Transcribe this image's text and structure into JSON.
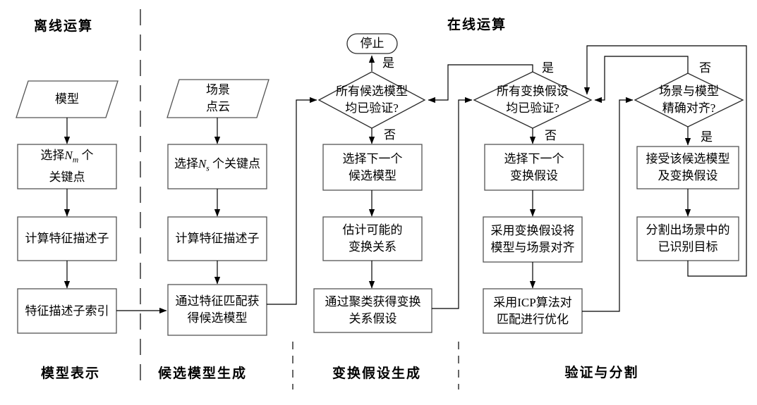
{
  "headers": {
    "offline": "离线运算",
    "online": "在线运算"
  },
  "lane_labels": {
    "model_repr": "模型表示",
    "candidate_gen": "候选模型生成",
    "hypothesis_gen": "变换假设生成",
    "verify_segment": "验证与分割"
  },
  "offline_col": {
    "input": "模型",
    "select_keypoints": {
      "pre": "选择",
      "var": "N",
      "sub": "m",
      "post": " 个",
      "line2": "关键点"
    },
    "compute_descriptors": "计算特征描述子",
    "descriptor_index": "特征描述子索引"
  },
  "scene_col": {
    "input_l1": "场景",
    "input_l2": "点云",
    "select_keypoints": {
      "pre": "选择",
      "var": "N",
      "sub": "s",
      "post": " 个关键点"
    },
    "compute_descriptors": "计算特征描述子",
    "match_l1": "通过特征匹配获",
    "match_l2": "得候选模型"
  },
  "hypothesis_col": {
    "stop": "停止",
    "decision_l1": "所有候选模型",
    "decision_l2": "均已验证?",
    "yes": "是",
    "no": "否",
    "next_l1": "选择下一个",
    "next_l2": "候选模型",
    "estimate_l1": "估计可能的",
    "estimate_l2": "变换关系",
    "cluster_l1": "通过聚类获得变换",
    "cluster_l2": "关系假设"
  },
  "verify_col": {
    "decision_l1": "所有变换假设",
    "decision_l2": "均已验证?",
    "yes": "是",
    "no": "否",
    "next_l1": "选择下一个",
    "next_l2": "变换假设",
    "align_l1": "采用变换假设将",
    "align_l2": "模型与场景对齐",
    "icp_l1": "采用ICP算法对",
    "icp_l2": "匹配进行优化"
  },
  "segment_col": {
    "decision_l1": "场景与模型",
    "decision_l2": "精确对齐?",
    "yes": "是",
    "no": "否",
    "accept_l1": "接受该候选模型",
    "accept_l2": "及变换假设",
    "segment_l1": "分割出场景中的",
    "segment_l2": "已识别目标"
  }
}
